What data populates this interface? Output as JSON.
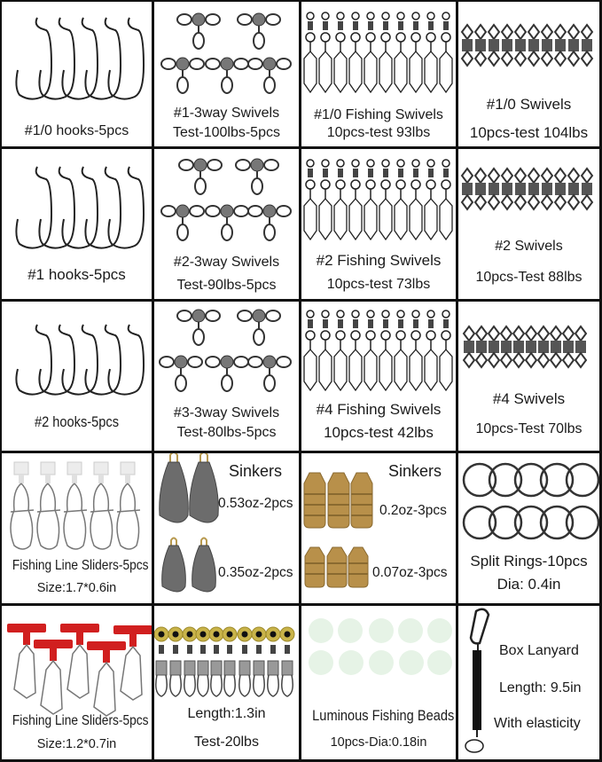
{
  "grid": {
    "columns": 4,
    "rows": 5,
    "border_color": "#111111"
  },
  "cells": [
    {
      "id": "r1c1",
      "item": "hooks",
      "lines": [
        "#1/0 hooks-5pcs"
      ]
    },
    {
      "id": "r1c2",
      "item": "3way-swivels",
      "lines": [
        "#1-3way Swivels",
        "Test-100lbs-5pcs"
      ]
    },
    {
      "id": "r1c3",
      "item": "fishing-swivels",
      "lines": [
        "#1/0 Fishing Swivels",
        "10pcs-test 93lbs"
      ]
    },
    {
      "id": "r1c4",
      "item": "swivels",
      "lines": [
        "#1/0 Swivels",
        "10pcs-test 104lbs"
      ]
    },
    {
      "id": "r2c1",
      "item": "hooks",
      "lines": [
        "#1 hooks-5pcs"
      ]
    },
    {
      "id": "r2c2",
      "item": "3way-swivels",
      "lines": [
        "#2-3way Swivels",
        "Test-90lbs-5pcs"
      ]
    },
    {
      "id": "r2c3",
      "item": "fishing-swivels",
      "lines": [
        "#2 Fishing Swivels",
        "10pcs-test 73lbs"
      ]
    },
    {
      "id": "r2c4",
      "item": "swivels",
      "lines": [
        "#2 Swivels",
        "10pcs-Test 88lbs"
      ]
    },
    {
      "id": "r3c1",
      "item": "hooks",
      "lines": [
        "#2 hooks-5pcs"
      ]
    },
    {
      "id": "r3c2",
      "item": "3way-swivels",
      "lines": [
        "#3-3way Swivels",
        "Test-80lbs-5pcs"
      ]
    },
    {
      "id": "r3c3",
      "item": "fishing-swivels",
      "lines": [
        "#4 Fishing Swivels",
        "10pcs-test 42lbs"
      ]
    },
    {
      "id": "r3c4",
      "item": "swivels",
      "lines": [
        "#4 Swivels",
        "10pcs-Test 70lbs"
      ]
    },
    {
      "id": "r4c1",
      "item": "line-sliders-white",
      "lines": [
        "Fishing Line Sliders-5pcs",
        "Size:1.7*0.6in"
      ]
    },
    {
      "id": "r4c2",
      "item": "lead-sinkers",
      "title": "Sinkers",
      "lines": [
        "0.53oz-2pcs",
        "0.35oz-2pcs"
      ]
    },
    {
      "id": "r4c3",
      "item": "brass-sinkers",
      "title": "Sinkers",
      "lines": [
        "0.2oz-3pcs",
        "0.07oz-3pcs"
      ]
    },
    {
      "id": "r4c4",
      "item": "split-rings",
      "lines": [
        "Split Rings-10pcs",
        "Dia: 0.4in"
      ]
    },
    {
      "id": "r5c1",
      "item": "line-sliders-red",
      "lines": [
        "Fishing Line Sliders-5pcs",
        "Size:1.2*0.7in"
      ]
    },
    {
      "id": "r5c2",
      "item": "bead-snap-swivels",
      "lines": [
        "Length:1.3in",
        "Test-20lbs"
      ]
    },
    {
      "id": "r5c3",
      "item": "luminous-beads",
      "lines": [
        "Luminous Fishing Beads",
        "10pcs-Dia:0.18in"
      ]
    },
    {
      "id": "r5c4",
      "item": "box-lanyard",
      "lines": [
        "Box Lanyard",
        "Length: 9.5in",
        "With elasticity"
      ]
    }
  ],
  "colors": {
    "slider_red": "#d11f1f",
    "slider_white": "#ececec",
    "bead_yellow": "#c9b44a",
    "brass": "#b8904a",
    "lead": "#6c6c6c",
    "luminous": "#e6f3e6",
    "metal": "#2f2f2f"
  }
}
